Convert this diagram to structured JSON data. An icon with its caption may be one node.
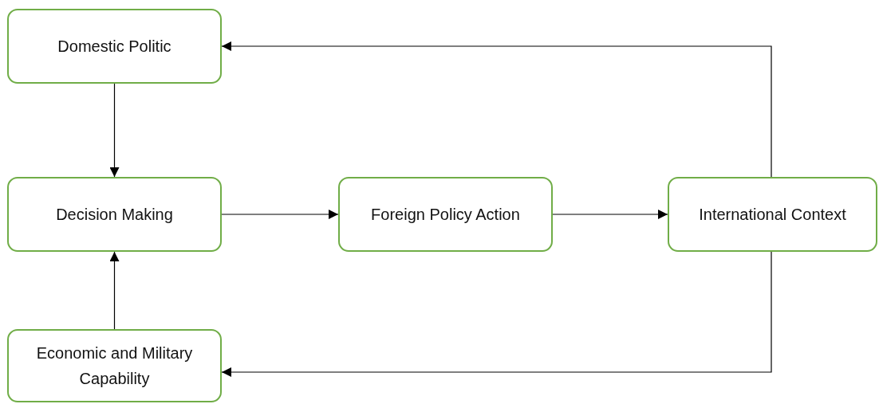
{
  "diagram": {
    "nodes": [
      {
        "text": [
          "Domestic Politic"
        ]
      },
      {
        "text": [
          "Decision Making"
        ]
      },
      {
        "text": [
          "Foreign Policy Action"
        ]
      },
      {
        "text": [
          "International Context"
        ]
      },
      {
        "text": [
          "Economic and Military Capability"
        ]
      }
    ],
    "edges": [
      {
        "from": 0,
        "to": 1,
        "arrow": "to"
      },
      {
        "from": 4,
        "to": 1,
        "arrow": "to"
      },
      {
        "from": 1,
        "to": 2,
        "arrow": "to"
      },
      {
        "from": 2,
        "to": 3,
        "arrow": "to"
      },
      {
        "from": 3,
        "to": 0,
        "arrow": "to"
      },
      {
        "from": 3,
        "to": 4,
        "arrow": "to"
      }
    ]
  }
}
